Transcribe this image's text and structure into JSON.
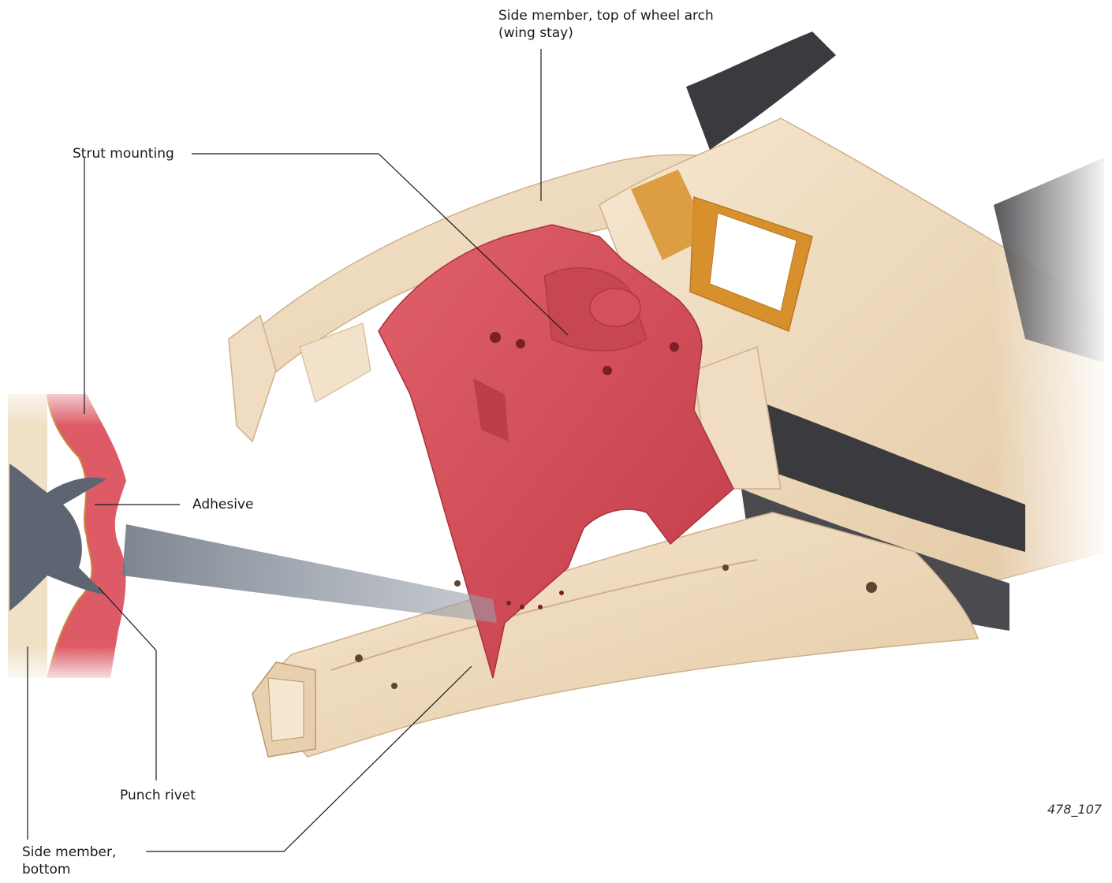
{
  "labels": {
    "wing_stay_line1": "Side member, top of wheel arch",
    "wing_stay_line2": "(wing stay)",
    "strut_mounting": "Strut mounting",
    "adhesive": "Adhesive",
    "punch_rivet": "Punch rivet",
    "side_member_bottom_line1": "Side member,",
    "side_member_bottom_line2": "bottom"
  },
  "figure_id": "478_107",
  "colors": {
    "body_panel": "#f0dcc0",
    "body_panel_shadow": "#cfb08a",
    "strut_mounting": "#d9515d",
    "strut_mounting_dark": "#a8323c",
    "rivet": "#5d6572",
    "adhesive": "#c98a3a",
    "inner_dark": "#3b3b3f",
    "orange_inner": "#d8902c",
    "leader_line": "#1a1a1a"
  }
}
